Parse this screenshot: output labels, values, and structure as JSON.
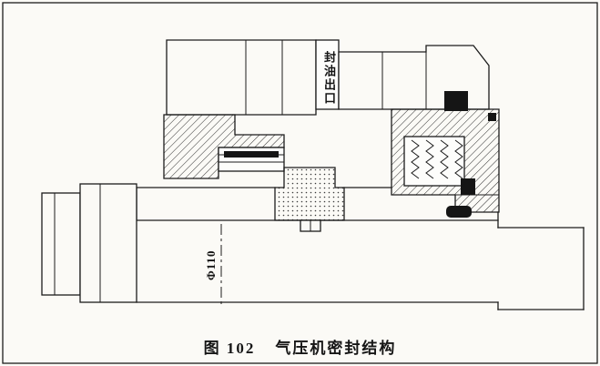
{
  "figure": {
    "caption": {
      "number": "图 102",
      "title": "气压机密封结构"
    },
    "labels": {
      "oil_outlet_vertical": "封油出口",
      "shaft_diameter": "Φ110"
    },
    "style": {
      "paper_color": "#fbfaf6",
      "ink_color": "#1c1c1c"
    }
  }
}
